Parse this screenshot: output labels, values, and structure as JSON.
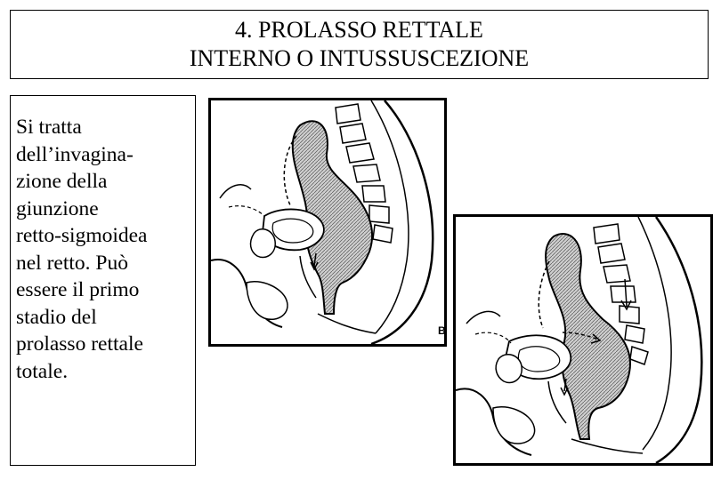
{
  "title": {
    "line1": "4.   PROLASSO RETTALE",
    "line2": "INTERNO O INTUSSUSCEZIONE"
  },
  "body_text": {
    "lines": [
      "Si tratta",
      "dell’invagina-",
      "zione della",
      "giunzione",
      "retto-sigmoidea",
      "nel retto. Può",
      "essere il primo",
      "stadio del",
      "prolasso rettale",
      "totale."
    ]
  },
  "figures": {
    "left_label": "B"
  }
}
